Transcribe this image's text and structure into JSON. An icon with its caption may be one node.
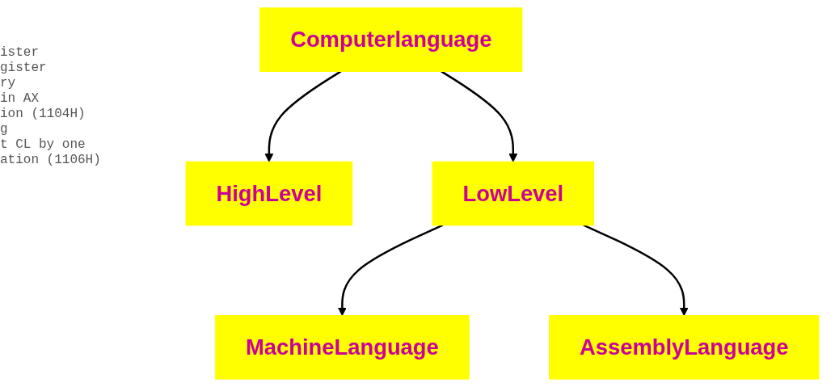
{
  "diagram": {
    "nodes": [
      {
        "text": [
          "Computerlanguage"
        ]
      },
      {
        "text": [
          "HighLevel"
        ]
      },
      {
        "text": [
          "LowLevel"
        ]
      },
      {
        "text": [
          "MachineLanguage"
        ]
      },
      {
        "text": [
          "AssemblyLanguage"
        ]
      }
    ],
    "edges": [
      {
        "from": 0,
        "to": 1,
        "arrow": "to"
      },
      {
        "from": 0,
        "to": 2,
        "arrow": "to"
      },
      {
        "from": 2,
        "to": 3,
        "arrow": "to"
      },
      {
        "from": 2,
        "to": 4,
        "arrow": "to"
      }
    ],
    "labels": [
      "ister",
      "gister",
      "ry",
      "in AX",
      "ion (1104H)",
      "g",
      "t CL by one",
      "ation (1106H)"
    ]
  }
}
